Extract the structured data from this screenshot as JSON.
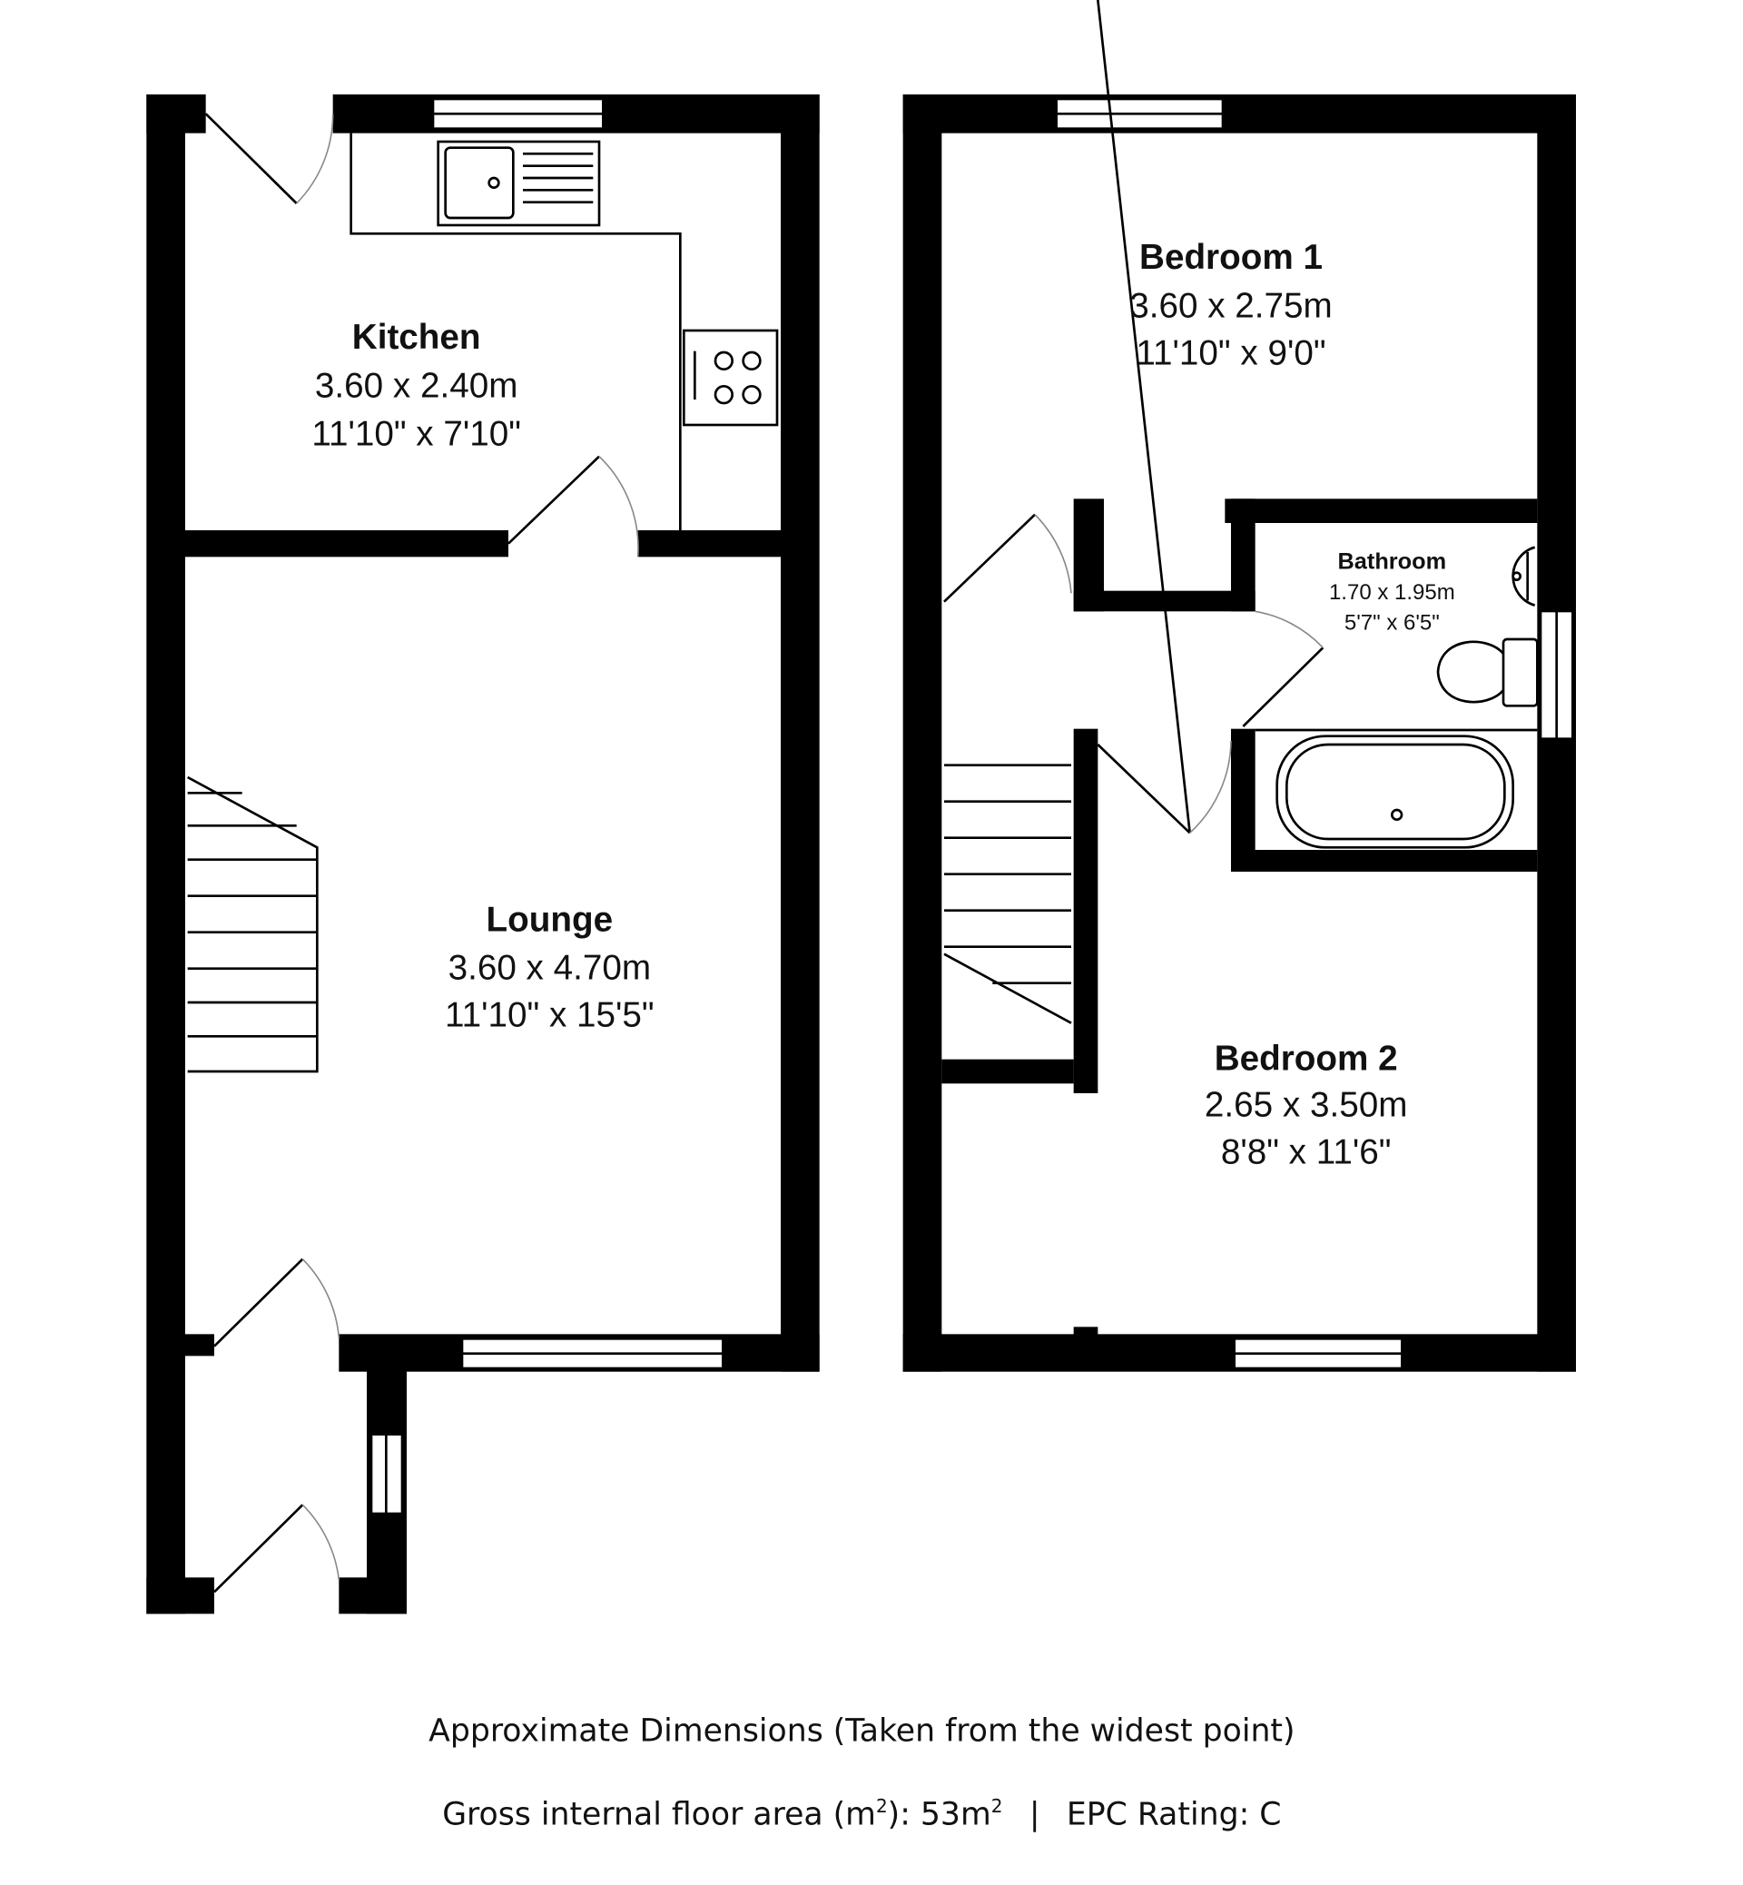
{
  "rooms": {
    "kitchen": {
      "name": "Kitchen",
      "metric": "3.60 x 2.40m",
      "imperial": "11'10\" x 7'10\""
    },
    "lounge": {
      "name": "Lounge",
      "metric": "3.60 x 4.70m",
      "imperial": "11'10\" x 15'5\""
    },
    "bedroom1": {
      "name": "Bedroom 1",
      "metric": "3.60 x 2.75m",
      "imperial": "11'10\" x 9'0\""
    },
    "bathroom": {
      "name": "Bathroom",
      "metric": "1.70 x 1.95m",
      "imperial": "5'7\" x 6'5\""
    },
    "bedroom2": {
      "name": "Bedroom 2",
      "metric": "2.65 x 3.50m",
      "imperial": "8'8\" x 11'6\""
    }
  },
  "footer": {
    "dimensions_note": "Approximate Dimensions (Taken from the widest point)",
    "area_label": "Gross internal floor area (m",
    "area_sup": "2",
    "area_close": "): 53m",
    "area_sup2": "2",
    "separator": "|",
    "epc": "EPC Rating: C"
  }
}
